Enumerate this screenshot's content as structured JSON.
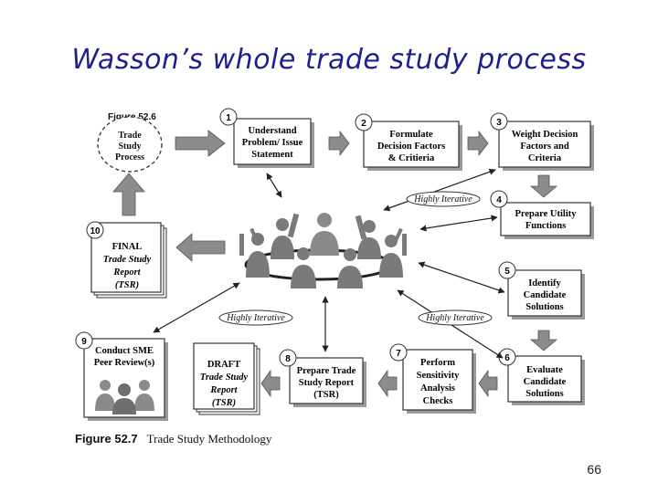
{
  "slide": {
    "title": "Wasson’s whole trade study process",
    "page_number": "66"
  },
  "figure": {
    "ref_caption": "Figure 52.6",
    "ref_label_lines": [
      "Trade",
      "Study",
      "Process"
    ],
    "caption_number": "Figure 52.7",
    "caption_text": "Trade Study Methodology"
  },
  "steps": [
    {
      "number": "1",
      "lines": [
        "Understand",
        "Problem/ Issue",
        "Statement"
      ]
    },
    {
      "number": "2",
      "lines": [
        "Formulate",
        "Decision Factors",
        "& Critieria"
      ]
    },
    {
      "number": "3",
      "lines": [
        "Weight Decision",
        "Factors and",
        "Criteria"
      ]
    },
    {
      "number": "4",
      "lines": [
        "Prepare Utility",
        "Functions"
      ]
    },
    {
      "number": "5",
      "lines": [
        "Identify",
        "Candidate",
        "Solutions"
      ]
    },
    {
      "number": "6",
      "lines": [
        "Evaluate",
        "Candidate",
        "Solutions"
      ]
    },
    {
      "number": "7",
      "lines": [
        "Perform",
        "Sensitivity",
        "Analysis",
        "Checks"
      ]
    },
    {
      "number": "8",
      "lines": [
        "Prepare Trade",
        "Study Report",
        "(TSR)"
      ]
    },
    {
      "number": "9",
      "lines": [
        "Conduct SME",
        "Peer Review(s)"
      ]
    },
    {
      "number": "10",
      "lines": [
        "FINAL",
        "Trade Study",
        "Report",
        "(TSR)"
      ]
    }
  ],
  "draft_doc": {
    "lines": [
      "DRAFT",
      "Trade Study",
      "Report",
      "(TSR)"
    ]
  },
  "iterative_labels": [
    "Highly Iterative",
    "Highly Iterative",
    "Highly Iterative"
  ],
  "colors": {
    "title": "#1f1f8f",
    "arrow_fill": "#8c8c8c",
    "box_border": "#333333",
    "figure_gray": "#6e6e6e"
  }
}
